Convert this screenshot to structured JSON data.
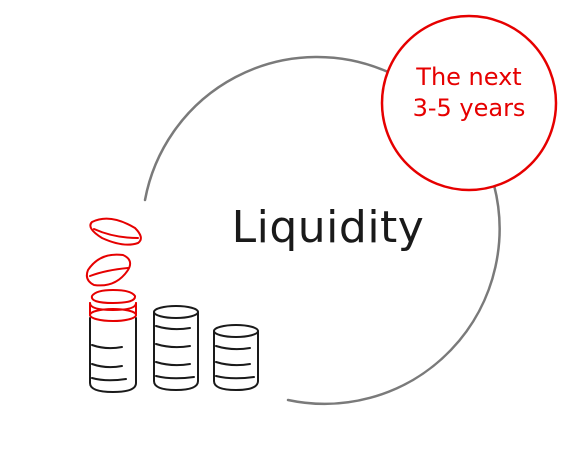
{
  "title": "Liquidity",
  "badge": {
    "line1": "The next",
    "line2": "3-5 years"
  },
  "colors": {
    "accent": "#e60000",
    "ring": "#7a7a7a",
    "ink": "#1a1a1a"
  },
  "icons": [
    "coin-stack-icon",
    "coin-stack-icon",
    "coin-stack-icon",
    "falling-coins-icon"
  ]
}
